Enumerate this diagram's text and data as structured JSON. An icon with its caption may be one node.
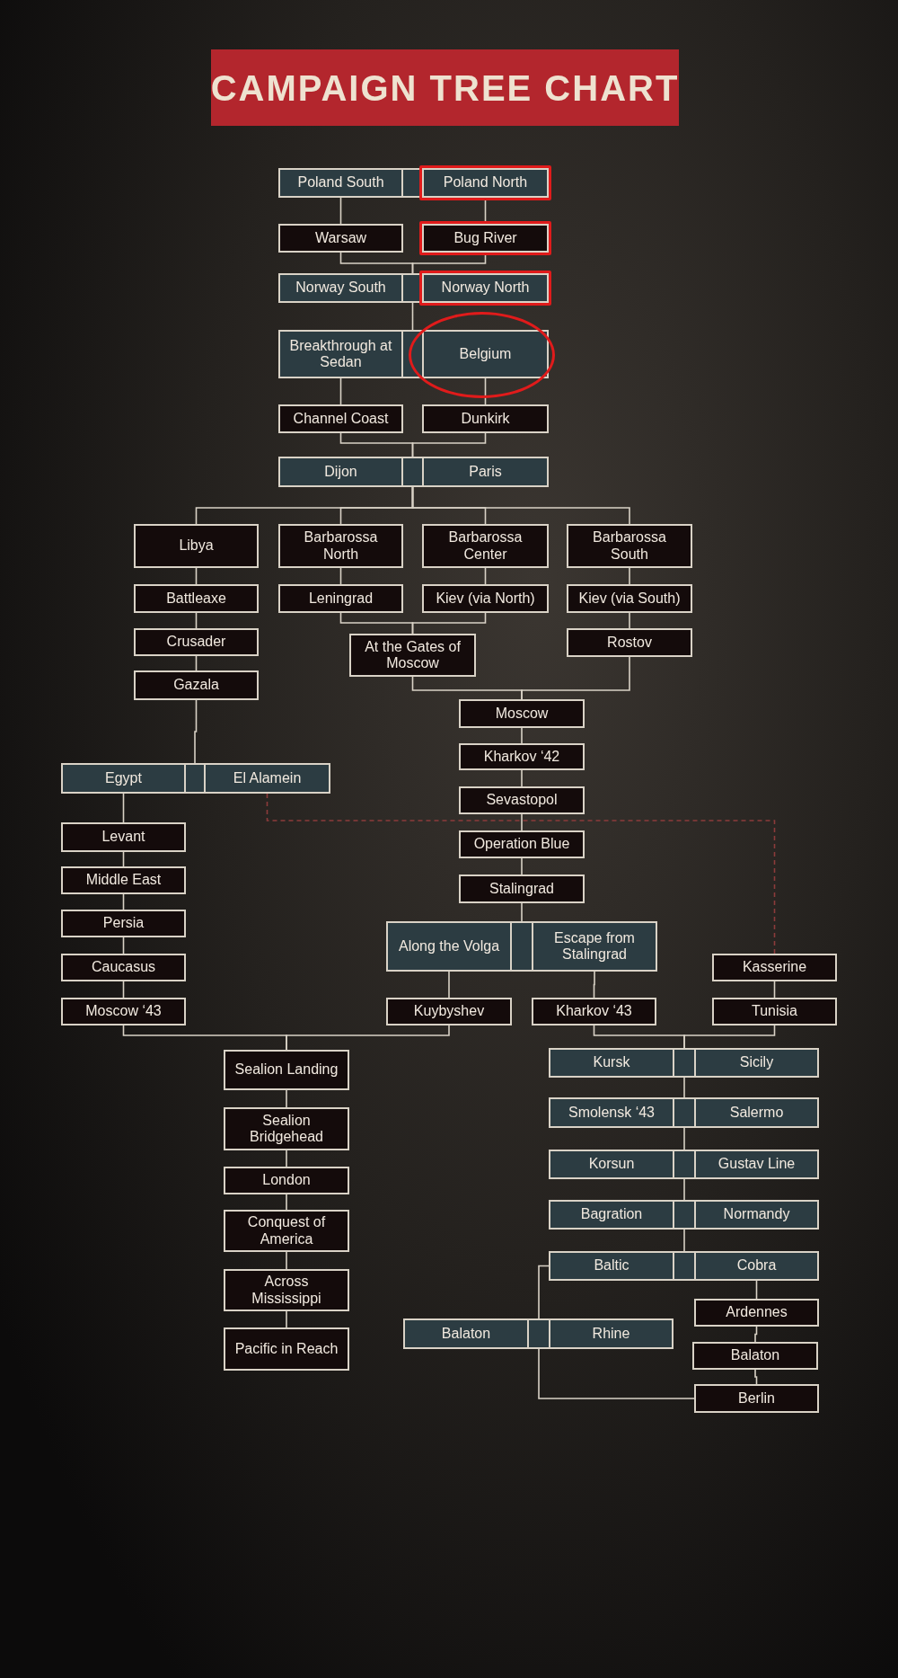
{
  "diagram": {
    "title": "CAMPAIGN TREE CHART",
    "nodes": [
      {
        "text": [],
        "shape": "bar"
      },
      {
        "text": [
          "Poland South"
        ],
        "in": 0
      },
      {
        "text": [
          "Poland North"
        ],
        "in": 0
      },
      {
        "text": [
          "Warsaw"
        ]
      },
      {
        "text": [
          "Bug River"
        ]
      },
      {
        "text": [],
        "shape": "bar"
      },
      {
        "text": [
          "Norway South"
        ],
        "in": 5
      },
      {
        "text": [
          "Norway North"
        ],
        "in": 5
      },
      {
        "text": [],
        "shape": "bar"
      },
      {
        "text": [
          "Breakthrough at Sedan"
        ],
        "in": 8
      },
      {
        "text": [
          "Belgium"
        ],
        "in": 8
      },
      {
        "text": [
          "Channel Coast"
        ]
      },
      {
        "text": [
          "Dunkirk"
        ]
      },
      {
        "text": [],
        "shape": "bar"
      },
      {
        "text": [
          "Dijon"
        ],
        "in": 13
      },
      {
        "text": [
          "Paris"
        ],
        "in": 13
      },
      {
        "text": [
          "Libya"
        ]
      },
      {
        "text": [
          "Barbarossa North"
        ]
      },
      {
        "text": [
          "Barbarossa Center"
        ]
      },
      {
        "text": [
          "Barbarossa South"
        ]
      },
      {
        "text": [
          "Battleaxe"
        ]
      },
      {
        "text": [
          "Leningrad"
        ]
      },
      {
        "text": [
          "Kiev (via North)"
        ]
      },
      {
        "text": [
          "Kiev (via South)"
        ]
      },
      {
        "text": [
          "Crusader"
        ]
      },
      {
        "text": [
          "At the Gates of Moscow"
        ]
      },
      {
        "text": [
          "Rostov"
        ]
      },
      {
        "text": [
          "Gazala"
        ]
      },
      {
        "text": [
          "Moscow"
        ]
      },
      {
        "text": [],
        "shape": "bar"
      },
      {
        "text": [
          "Egypt"
        ],
        "in": 29
      },
      {
        "text": [
          "El Alamein"
        ],
        "in": 29
      },
      {
        "text": [
          "Kharkov ‘42"
        ]
      },
      {
        "text": [
          "Sevastopol"
        ]
      },
      {
        "text": [
          "Levant"
        ]
      },
      {
        "text": [
          "Operation Blue"
        ]
      },
      {
        "text": [
          "Middle East"
        ]
      },
      {
        "text": [
          "Stalingrad"
        ]
      },
      {
        "text": [
          "Persia"
        ]
      },
      {
        "text": [],
        "shape": "bar"
      },
      {
        "text": [
          "Along the Volga"
        ],
        "in": 39
      },
      {
        "text": [
          "Escape from Stalingrad"
        ],
        "in": 39
      },
      {
        "text": [
          "Caucasus"
        ]
      },
      {
        "text": [
          "Kasserine"
        ]
      },
      {
        "text": [
          "Moscow ‘43"
        ]
      },
      {
        "text": [
          "Kuybyshev"
        ]
      },
      {
        "text": [
          "Kharkov ‘43"
        ]
      },
      {
        "text": [
          "Tunisia"
        ]
      },
      {
        "text": [],
        "shape": "bar"
      },
      {
        "text": [
          "Kursk"
        ],
        "in": 48
      },
      {
        "text": [
          "Sicily"
        ],
        "in": 48
      },
      {
        "text": [
          "Sealion Landing"
        ]
      },
      {
        "text": [],
        "shape": "bar"
      },
      {
        "text": [
          "Smolensk ‘43"
        ],
        "in": 52
      },
      {
        "text": [
          "Salermo"
        ],
        "in": 52
      },
      {
        "text": [
          "Sealion Bridgehead"
        ]
      },
      {
        "text": [],
        "shape": "bar"
      },
      {
        "text": [
          "Korsun"
        ],
        "in": 56
      },
      {
        "text": [
          "Gustav Line"
        ],
        "in": 56
      },
      {
        "text": [
          "London"
        ]
      },
      {
        "text": [],
        "shape": "bar"
      },
      {
        "text": [
          "Bagration"
        ],
        "in": 60
      },
      {
        "text": [
          "Normandy"
        ],
        "in": 60
      },
      {
        "text": [
          "Conquest of America"
        ]
      },
      {
        "text": [],
        "shape": "bar"
      },
      {
        "text": [
          "Baltic"
        ],
        "in": 64
      },
      {
        "text": [
          "Cobra"
        ],
        "in": 64
      },
      {
        "text": [
          "Ardennes"
        ]
      },
      {
        "text": [
          "Across Mississippi"
        ]
      },
      {
        "text": [],
        "shape": "bar"
      },
      {
        "text": [
          "Balaton"
        ],
        "in": 69
      },
      {
        "text": [
          "Rhine"
        ],
        "in": 69
      },
      {
        "text": [
          "Balaton"
        ]
      },
      {
        "text": [
          "Pacific in Reach"
        ]
      },
      {
        "text": [
          "Berlin"
        ]
      }
    ],
    "edges": [
      {
        "from": 1,
        "to": 3,
        "arrow": "none"
      },
      {
        "from": 2,
        "to": 4,
        "arrow": "none"
      },
      {
        "from": 3,
        "to": 5,
        "arrow": "none"
      },
      {
        "from": 4,
        "to": 5,
        "arrow": "none"
      },
      {
        "from": 5,
        "to": 8,
        "arrow": "none"
      },
      {
        "from": 9,
        "to": 11,
        "arrow": "none"
      },
      {
        "from": 10,
        "to": 12,
        "arrow": "none"
      },
      {
        "from": 11,
        "to": 13,
        "arrow": "none"
      },
      {
        "from": 12,
        "to": 13,
        "arrow": "none"
      },
      {
        "from": 13,
        "to": 16,
        "arrow": "none"
      },
      {
        "from": 13,
        "to": 17,
        "arrow": "none"
      },
      {
        "from": 13,
        "to": 18,
        "arrow": "none"
      },
      {
        "from": 13,
        "to": 19,
        "arrow": "none"
      },
      {
        "from": 16,
        "to": 20,
        "arrow": "none"
      },
      {
        "from": 17,
        "to": 21,
        "arrow": "none"
      },
      {
        "from": 18,
        "to": 22,
        "arrow": "none"
      },
      {
        "from": 19,
        "to": 23,
        "arrow": "none"
      },
      {
        "from": 20,
        "to": 24,
        "arrow": "none"
      },
      {
        "from": 21,
        "to": 25,
        "arrow": "none"
      },
      {
        "from": 22,
        "to": 25,
        "arrow": "none"
      },
      {
        "from": 23,
        "to": 26,
        "arrow": "none"
      },
      {
        "from": 24,
        "to": 27,
        "arrow": "none"
      },
      {
        "from": 25,
        "to": 28,
        "arrow": "none"
      },
      {
        "from": 26,
        "to": 28,
        "arrow": "none"
      },
      {
        "from": 27,
        "to": 29,
        "arrow": "none"
      },
      {
        "from": 28,
        "to": 32,
        "arrow": "none"
      },
      {
        "from": 30,
        "to": 34,
        "arrow": "none"
      },
      {
        "from": 31,
        "to": 43,
        "arrow": "none",
        "style": "dashed",
        "color": "#8c3b3b"
      },
      {
        "from": 32,
        "to": 33,
        "arrow": "none"
      },
      {
        "from": 33,
        "to": 35,
        "arrow": "none"
      },
      {
        "from": 34,
        "to": 36,
        "arrow": "none"
      },
      {
        "from": 35,
        "to": 37,
        "arrow": "none"
      },
      {
        "from": 36,
        "to": 38,
        "arrow": "none"
      },
      {
        "from": 37,
        "to": 39,
        "arrow": "none"
      },
      {
        "from": 38,
        "to": 42,
        "arrow": "none"
      },
      {
        "from": 40,
        "to": 45,
        "arrow": "none"
      },
      {
        "from": 41,
        "to": 46,
        "arrow": "none"
      },
      {
        "from": 42,
        "to": 44,
        "arrow": "none"
      },
      {
        "from": 43,
        "to": 47,
        "arrow": "none"
      },
      {
        "from": 44,
        "to": 51,
        "arrow": "none"
      },
      {
        "from": 45,
        "to": 51,
        "arrow": "none"
      },
      {
        "from": 46,
        "to": 48,
        "arrow": "none"
      },
      {
        "from": 47,
        "to": 48,
        "arrow": "none"
      },
      {
        "from": 48,
        "to": 52,
        "arrow": "none"
      },
      {
        "from": 52,
        "to": 56,
        "arrow": "none"
      },
      {
        "from": 56,
        "to": 60,
        "arrow": "none"
      },
      {
        "from": 60,
        "to": 64,
        "arrow": "none"
      },
      {
        "from": 65,
        "to": 69,
        "arrow": "none"
      },
      {
        "from": 66,
        "to": 67,
        "arrow": "none"
      },
      {
        "from": 67,
        "to": 72,
        "arrow": "none"
      },
      {
        "from": 72,
        "to": 74,
        "arrow": "none"
      },
      {
        "from": 69,
        "to": 74,
        "arrow": "none"
      },
      {
        "from": 51,
        "to": 55,
        "arrow": "none"
      },
      {
        "from": 55,
        "to": 59,
        "arrow": "none"
      },
      {
        "from": 59,
        "to": 63,
        "arrow": "none"
      },
      {
        "from": 63,
        "to": 68,
        "arrow": "none"
      },
      {
        "from": 68,
        "to": 73,
        "arrow": "none"
      }
    ]
  }
}
